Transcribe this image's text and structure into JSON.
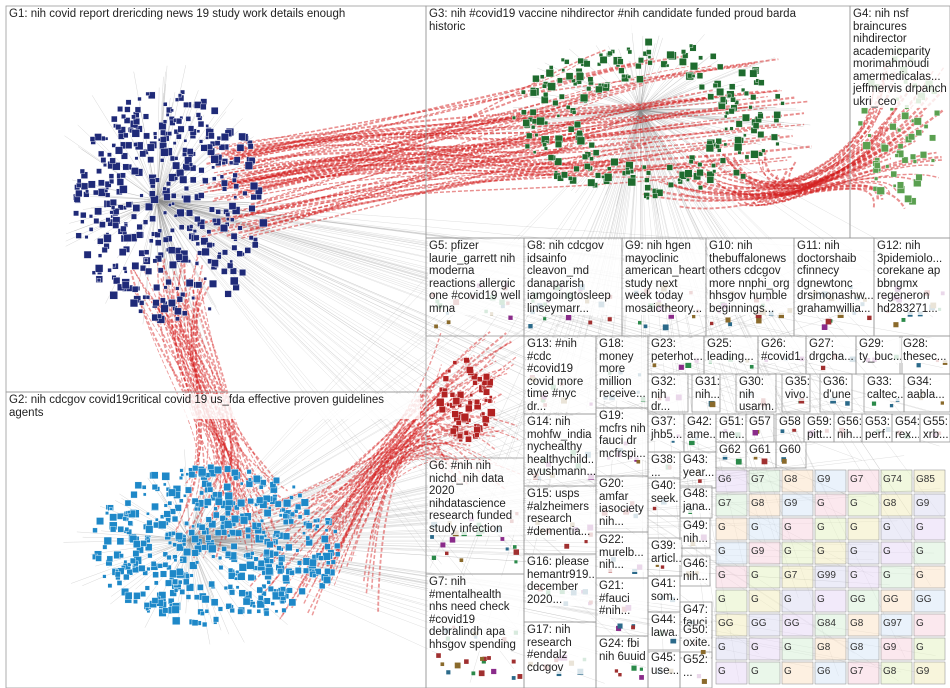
{
  "title": "NodeXL Twitter network graph",
  "colors": {
    "edge_gray": "#8c8c8c",
    "edge_red": "#d42020",
    "g1_node": "#1f2a78",
    "g2_node": "#1e88c8",
    "g3_node": "#1f6b2e",
    "g4_node": "#5aa050",
    "g5_node": "#b22222",
    "box_border": "#9a9a9a"
  },
  "groups": [
    {
      "id": "G1",
      "label": "G1: nih covid report drericding news 19 study work details enough"
    },
    {
      "id": "G2",
      "label": "G2: nih cdcgov covid19critical covid 19 us_fda effective proven guidelines agents"
    },
    {
      "id": "G3",
      "label": "G3: nih #covid19 vaccine nihdirector #nih candidate funded proud barda historic"
    },
    {
      "id": "G4",
      "label": "G4: nih nsf braincures nihdirector academicparity morimahmoudi amermedicalas... jeffmervis drpanch ukri_ceo"
    },
    {
      "id": "G5",
      "label": "G5: pfizer laurie_garrett nih moderna reactions allergic one #covid19 well mrna"
    },
    {
      "id": "G6",
      "label": "G6: #nih nih nichd_nih data 2020 nihdatascience research funded study infection"
    },
    {
      "id": "G7",
      "label": "G7: nih #mentalhealth nhs need check #covid19 debralindh apa hhsgov spending"
    },
    {
      "id": "G8",
      "label": "G8: nih cdcgov idsainfo cleavon_md danaparish iamgoingtosleep linseymarr..."
    },
    {
      "id": "G9",
      "label": "G9: nih hgen mayoclinic american_heart study next week today mosaictheory..."
    },
    {
      "id": "G10",
      "label": "G10: nih thebuffalonews others cdcgov more nnphi_org hhsgov humble beginnings..."
    },
    {
      "id": "G11",
      "label": "G11: nih doctorshaib cfinnecy dgnewtonc drsimonashw... grahamwillia..."
    },
    {
      "id": "G12",
      "label": "G12: nih 3pidemiolo... corekane ap bbngmx regeneron hd283271..."
    },
    {
      "id": "G13",
      "label": "G13: #nih #cdc #covid19 covid more time #nyc dr..."
    },
    {
      "id": "G14",
      "label": "G14: nih mohfw_india nychealthy healthychild... ayushmann..."
    },
    {
      "id": "G15",
      "label": "G15: usps #alzheimers research #dementia..."
    },
    {
      "id": "G16",
      "label": "G16: please hemantr919... december 2020..."
    },
    {
      "id": "G17",
      "label": "G17: nih research #endalz cdcgov"
    },
    {
      "id": "G18",
      "label": "G18: money more million receive..."
    },
    {
      "id": "G19",
      "label": "G19: mcfrs nih fauci dr mcfrspi..."
    },
    {
      "id": "G20",
      "label": "G20: amfar iasociety nih..."
    },
    {
      "id": "G21",
      "label": "G21: #fauci #nih..."
    },
    {
      "id": "G22",
      "label": "G22: murelb... nih..."
    },
    {
      "id": "G23",
      "label": "G23: peterhot..."
    },
    {
      "id": "G24",
      "label": "G24: fbi nih 6uuid"
    },
    {
      "id": "G25",
      "label": "G25: leading..."
    },
    {
      "id": "G26",
      "label": "G26: #covid1..."
    },
    {
      "id": "G27",
      "label": "G27: drgcha..."
    },
    {
      "id": "G28",
      "label": "G28: thesec..."
    },
    {
      "id": "G29",
      "label": "G29: ty_buc..."
    },
    {
      "id": "G30",
      "label": "G30: nih usarm..."
    },
    {
      "id": "G31",
      "label": "G31: nih..."
    },
    {
      "id": "G32",
      "label": "G32: nih dr..."
    },
    {
      "id": "G33",
      "label": "G33: caltec..."
    },
    {
      "id": "G34",
      "label": "G34: aabla..."
    },
    {
      "id": "G35",
      "label": "G35: vivo..."
    },
    {
      "id": "G36",
      "label": "G36: d'une..."
    },
    {
      "id": "G37",
      "label": "G37: jhb5..."
    },
    {
      "id": "G38",
      "label": "G38: ..."
    },
    {
      "id": "G39",
      "label": "G39: articl..."
    },
    {
      "id": "G40",
      "label": "G40: seek..."
    },
    {
      "id": "G41",
      "label": "G41: som..."
    },
    {
      "id": "G42",
      "label": "G42: ame..."
    },
    {
      "id": "G43",
      "label": "G43: year..."
    },
    {
      "id": "G44",
      "label": "G44: lawa..."
    },
    {
      "id": "G45",
      "label": "G45: use..."
    },
    {
      "id": "G46",
      "label": "G46: nih..."
    },
    {
      "id": "G47",
      "label": "G47: fauci..."
    },
    {
      "id": "G48",
      "label": "G48: jana..."
    },
    {
      "id": "G49",
      "label": "G49: nih..."
    },
    {
      "id": "G50",
      "label": "G50: oxite..."
    },
    {
      "id": "G51",
      "label": "G51: me..."
    },
    {
      "id": "G52",
      "label": "G52: ..."
    },
    {
      "id": "G53",
      "label": "G53: perf..."
    },
    {
      "id": "G54",
      "label": "G54: rex..."
    },
    {
      "id": "G55",
      "label": "G55: xrb..."
    },
    {
      "id": "G56",
      "label": "G56: nih..."
    },
    {
      "id": "G57",
      "label": "G57"
    },
    {
      "id": "G58",
      "label": "G58"
    },
    {
      "id": "G59",
      "label": "G59: pitt..."
    },
    {
      "id": "G60",
      "label": "G60"
    },
    {
      "id": "G61",
      "label": "G61"
    },
    {
      "id": "G62",
      "label": "G62"
    }
  ],
  "small_tiles": [
    "G6",
    "G7",
    "G8",
    "G9",
    "G7",
    "G74",
    "G85",
    "G7",
    "G8",
    "G9",
    "G",
    "G",
    "G8",
    "G9",
    "G",
    "G",
    "G",
    "G",
    "G",
    "G",
    "G",
    "G",
    "G9",
    "G",
    "G",
    "G",
    "G",
    "G",
    "G",
    "G",
    "G7",
    "G99",
    "G",
    "G",
    "G",
    "G",
    "G",
    "G",
    "G",
    "GG",
    "GG",
    "GG",
    "GG",
    "GG",
    "GG",
    "G84",
    "G8",
    "G97",
    "G",
    "G",
    "G",
    "G",
    "G8",
    "G8",
    "G9",
    "G",
    "G",
    "G",
    "G"
  ]
}
